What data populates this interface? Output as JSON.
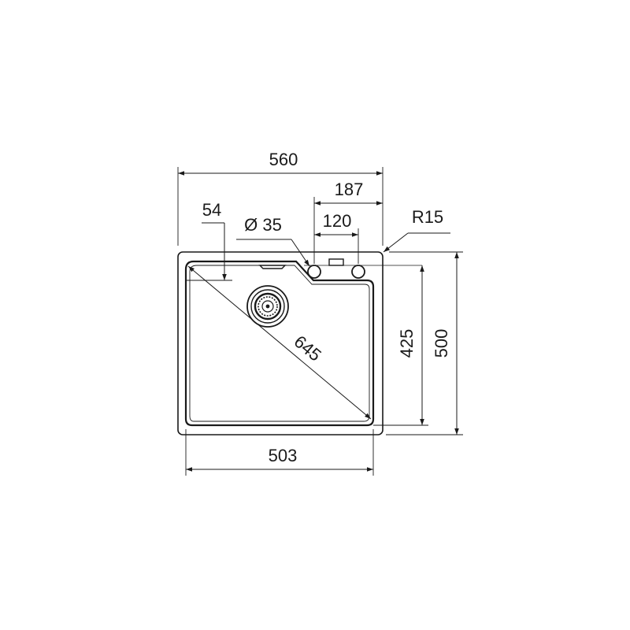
{
  "dimensions": {
    "overall_width": "560",
    "tap_offset": "187",
    "tap_spacing": "120",
    "corner_radius": "R15",
    "edge_offset": "54",
    "hole_diameter": "Ø 35",
    "diagonal": "645",
    "bowl_width": "503",
    "bowl_depth": "425",
    "overall_depth": "500"
  },
  "colors": {
    "stroke": "#1a1a1a",
    "background": "#ffffff"
  }
}
